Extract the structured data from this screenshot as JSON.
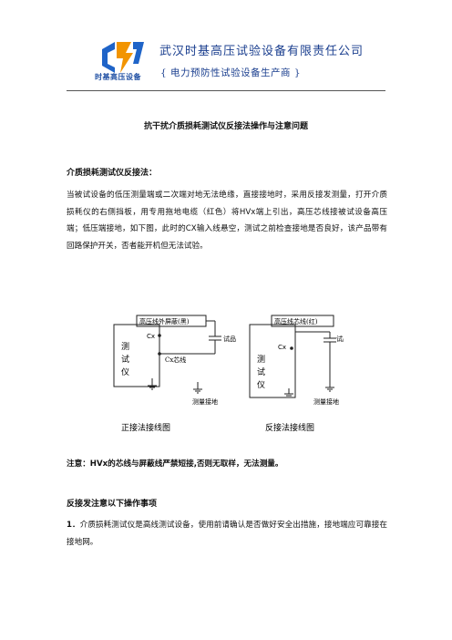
{
  "header": {
    "logo_text": "时基高压设备",
    "company": "武汉时基高压试验设备有限责任公司",
    "slogan": "{ 电力预防性试验设备生产商 }"
  },
  "doc": {
    "title": "抗干扰介质损耗测试仪反接法操作与注意问题",
    "section1_heading": "介质损耗测试仪反接法：",
    "section1_para": "当被试设备的低压测量端或二次端对地无法绝缘，直接接地时，采用反接发测量，打开介质损耗仪的右侧挡板，用专用拖地电缆（红色）将HVx端上引出，高压芯线接被试设备高压端；低压端接地，如下图，此时的CX输入线悬空，测试之前检查接地是否良好，该产品带有回路保护开关，否者能开机但无法试验。",
    "note": "注意：HVx的芯线与屏蔽线严禁短接,否则无取样，无法测量。",
    "section2_heading": "反接发注意以下操作事项",
    "item1_num": "1．",
    "item1_text": "介质损耗测试仪是高线测试设备，使用前请确认是否做好安全出措施，接地端应可靠接在接地网。"
  },
  "figure": {
    "left": {
      "box_label": "高压线外屏蔽(黑)",
      "sample": "试品",
      "cx": "Cx",
      "cx_core": "Cx芯线",
      "device": [
        "测",
        "试",
        "仪"
      ],
      "ground": "测量接地",
      "caption": "正接法接线图"
    },
    "right": {
      "box_label": "高压线芯线(红)",
      "sample": "试品",
      "cx": "Cx",
      "device": [
        "测",
        "试",
        "仪"
      ],
      "ground": "测量接地",
      "caption": "反接法接线图"
    }
  }
}
